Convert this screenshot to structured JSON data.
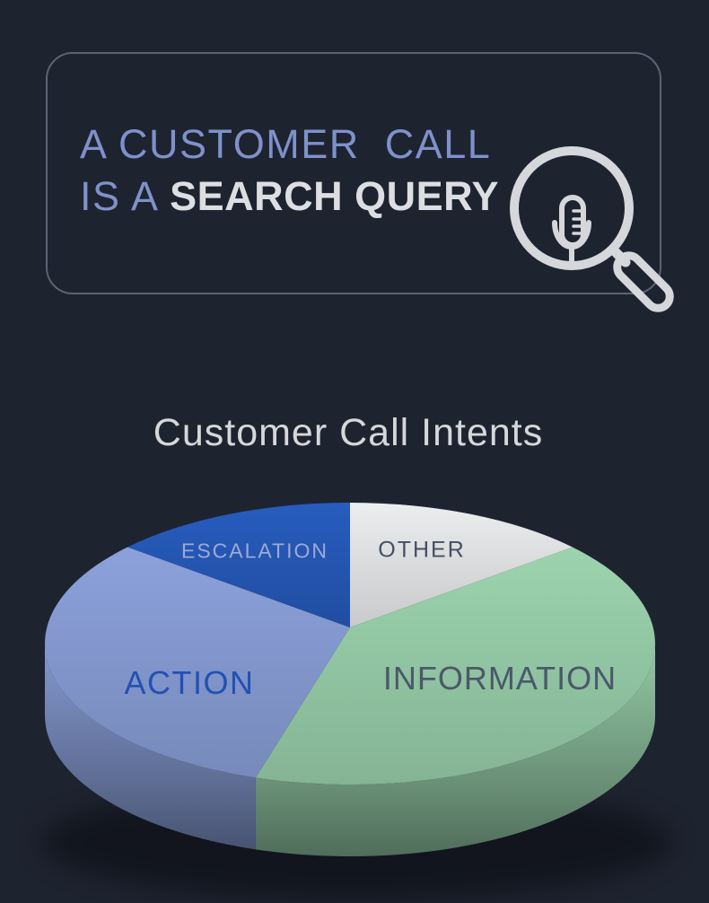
{
  "page": {
    "background": "#1e2330"
  },
  "banner": {
    "line1": "A CUSTOMER  CALL",
    "line2_prefix": "IS A ",
    "line2_emphasis": "SEARCH QUERY",
    "icon": "microphone-in-magnifier-icon",
    "border_color": "#5b6374",
    "accent_text_color": "#7e91ca",
    "emphasis_text_color": "#dcdee2",
    "icon_color": "#d5d7da"
  },
  "chart_data": {
    "type": "pie",
    "style": "3d",
    "title": "Customer Call Intents",
    "start_angle_deg": 0,
    "direction": "clockwise",
    "legend": "labels-on-slices",
    "slices": [
      {
        "label": "OTHER",
        "value": 13,
        "color": "#d8d9db",
        "label_color": "#454f63"
      },
      {
        "label": "INFORMATION",
        "value": 42,
        "color": "#8fc2a0",
        "label_color": "#4b586b"
      },
      {
        "label": "ACTION",
        "value": 32,
        "color": "#8094c9",
        "label_color": "#2351b3"
      },
      {
        "label": "ESCALATION",
        "value": 13,
        "color": "#2454ae",
        "label_color": "#9cabd6"
      }
    ]
  }
}
